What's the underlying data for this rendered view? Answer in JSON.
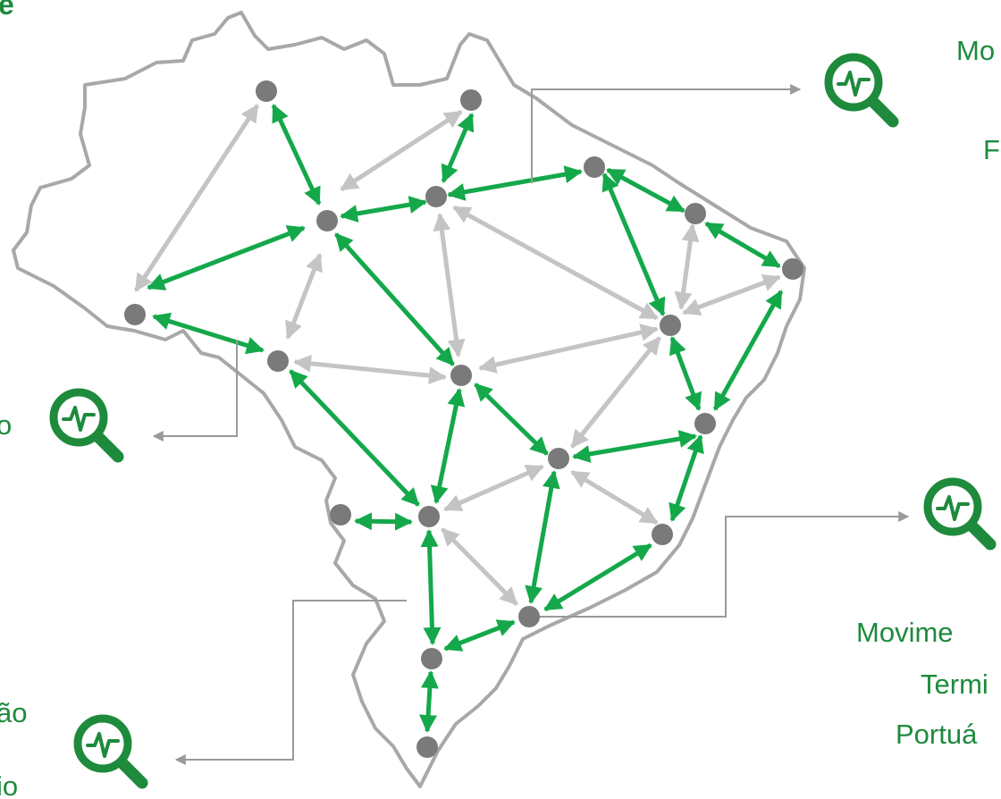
{
  "corner_fragment": "e",
  "labels": {
    "top_right_1": "Mo",
    "top_right_2": "F",
    "left_mid": "o",
    "bottom_right_1": "Movime",
    "bottom_right_2": "Termi",
    "bottom_right_3": "Portuá",
    "bottom_left_1": "ão",
    "bottom_left_2": "io"
  },
  "icons": [
    "magnifier-pulse-icon",
    "magnifier-pulse-icon",
    "magnifier-pulse-icon",
    "magnifier-pulse-icon"
  ],
  "colors": {
    "green_arrow": "#14a84a",
    "gray_arrow": "#c4c4c4",
    "node": "#7a7a7a",
    "border": "#a8a8a8",
    "connector": "#9a9a9a",
    "text_green": "#1e8a3c",
    "icon_green": "#1e8a3c"
  },
  "nodes": [
    "n1",
    "n2",
    "n3",
    "n4",
    "n5",
    "n6",
    "n7",
    "n8",
    "n9",
    "n10",
    "n11",
    "n12",
    "n13",
    "n14",
    "n15",
    "n16",
    "n17",
    "n18",
    "n19",
    "n20"
  ]
}
